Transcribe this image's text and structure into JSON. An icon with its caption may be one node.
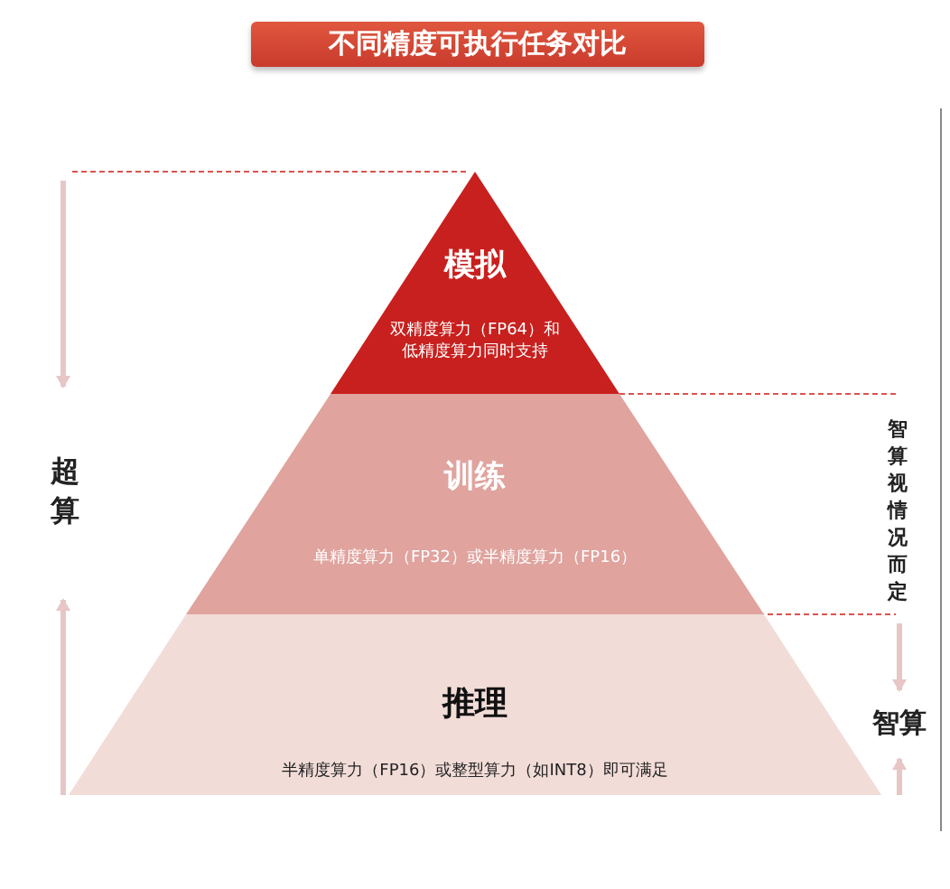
{
  "diagram": {
    "title": "不同精度可执行任务对比",
    "nodes": [
      {
        "text": [
          "模拟",
          "双精度算力（FP64）和低精度算力同时支持"
        ]
      },
      {
        "text": [
          "训练",
          "单精度算力（FP32）或半精度算力（FP16）"
        ]
      },
      {
        "text": [
          "推理",
          "半精度算力（FP16）或整型算力（如INT8）即可满足"
        ]
      }
    ],
    "labels": [
      "超算",
      "智算视情况而定",
      "智算"
    ]
  }
}
